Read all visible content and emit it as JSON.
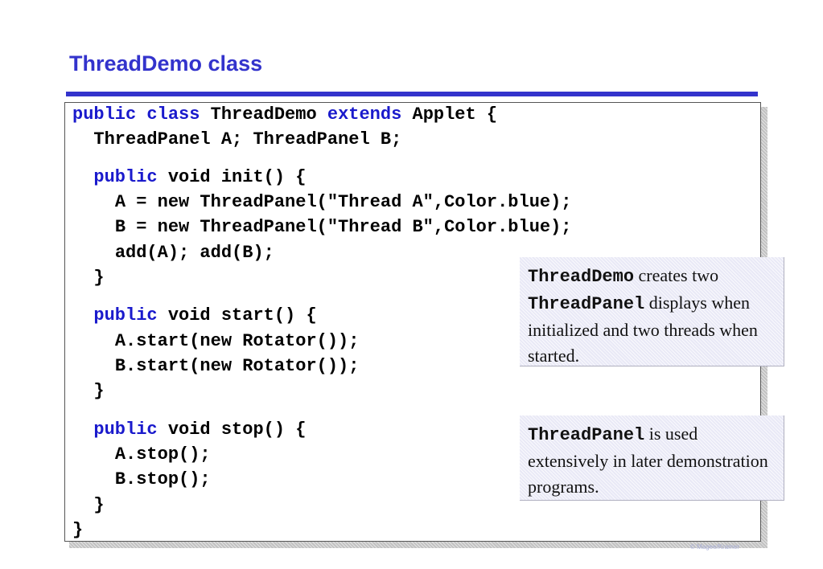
{
  "slide": {
    "title": "ThreadDemo class",
    "footer": "© Magee/Kramer"
  },
  "code": {
    "lines": [
      {
        "indent": "",
        "parts": [
          {
            "text": "public class",
            "kw": true
          },
          {
            "text": " ThreadDemo ",
            "kw": false
          },
          {
            "text": "extends",
            "kw": true
          },
          {
            "text": " Applet {",
            "kw": false
          }
        ]
      },
      {
        "indent": "  ",
        "parts": [
          {
            "text": "ThreadPanel A; ThreadPanel B;",
            "kw": false
          }
        ]
      },
      {
        "indent": "  ",
        "parts": [
          {
            "text": "public",
            "kw": true
          },
          {
            "text": " void init() {",
            "kw": false
          }
        ]
      },
      {
        "indent": "    ",
        "parts": [
          {
            "text": "A = new ThreadPanel(\"Thread A\",Color.blue);",
            "kw": false
          }
        ]
      },
      {
        "indent": "    ",
        "parts": [
          {
            "text": "B = new ThreadPanel(\"Thread B\",Color.blue);",
            "kw": false
          }
        ]
      },
      {
        "indent": "    ",
        "parts": [
          {
            "text": "add(A); add(B);",
            "kw": false
          }
        ]
      },
      {
        "indent": "  ",
        "parts": [
          {
            "text": "}",
            "kw": false
          }
        ]
      },
      {
        "indent": "  ",
        "parts": [
          {
            "text": "public",
            "kw": true
          },
          {
            "text": " void start() {",
            "kw": false
          }
        ]
      },
      {
        "indent": "    ",
        "parts": [
          {
            "text": "A.start(new Rotator());",
            "kw": false
          }
        ]
      },
      {
        "indent": "    ",
        "parts": [
          {
            "text": "B.start(new Rotator());",
            "kw": false
          }
        ]
      },
      {
        "indent": "  ",
        "parts": [
          {
            "text": "}",
            "kw": false
          }
        ]
      },
      {
        "indent": "  ",
        "parts": [
          {
            "text": "public",
            "kw": true
          },
          {
            "text": " void stop() {",
            "kw": false
          }
        ]
      },
      {
        "indent": "    ",
        "parts": [
          {
            "text": "A.stop();",
            "kw": false
          }
        ]
      },
      {
        "indent": "    ",
        "parts": [
          {
            "text": "B.stop();",
            "kw": false
          }
        ]
      },
      {
        "indent": "  ",
        "parts": [
          {
            "text": "}",
            "kw": false
          }
        ]
      },
      {
        "indent": "",
        "parts": [
          {
            "text": "}",
            "kw": false
          }
        ]
      }
    ]
  },
  "notes": {
    "note1": {
      "term1": "ThreadDemo",
      "text1": " creates two ",
      "term2": "ThreadPanel",
      "text2": " displays when initialized and two threads when started."
    },
    "note2": {
      "term1": "ThreadPanel",
      "text1": " is used extensively in later demonstration programs."
    }
  }
}
